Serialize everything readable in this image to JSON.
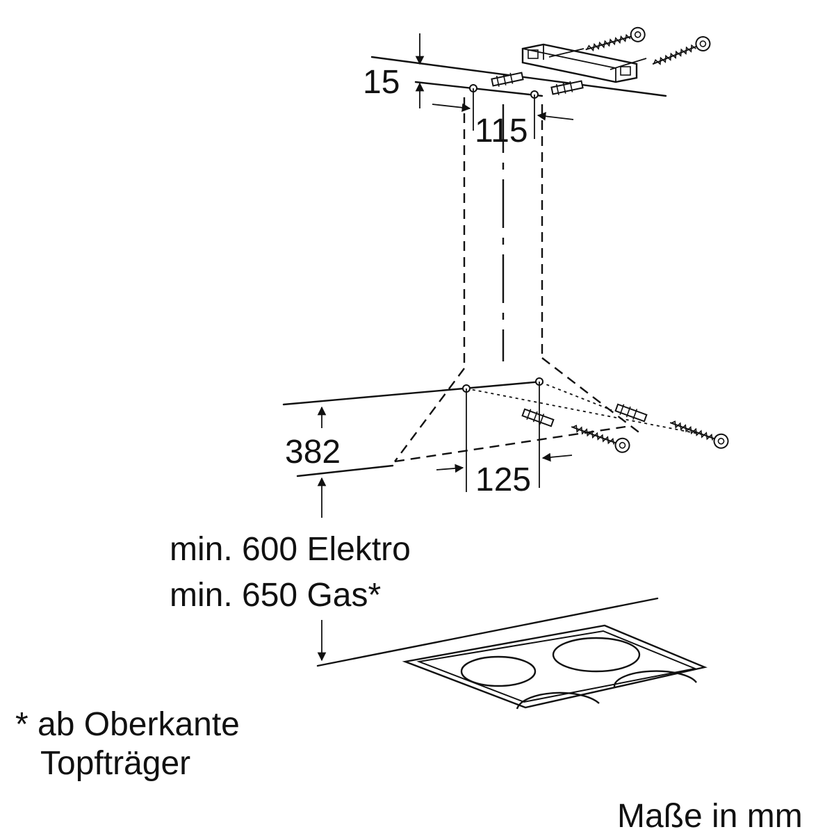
{
  "dimensions": {
    "top_offset": "15",
    "top_hole_spacing": "115",
    "bottom_height": "382",
    "bottom_hole_spacing": "125",
    "min_electric": "min. 600 Elektro",
    "min_gas": "min. 650 Gas*"
  },
  "footnote": {
    "line1": "* ab Oberkante",
    "line2": "Topfträger"
  },
  "units_note": "Maße in mm",
  "colors": {
    "ink": "#111111",
    "background": "#ffffff"
  },
  "icons": [
    "screw-icon",
    "wall-plug-icon",
    "mounting-bracket-icon",
    "hob-icon"
  ]
}
